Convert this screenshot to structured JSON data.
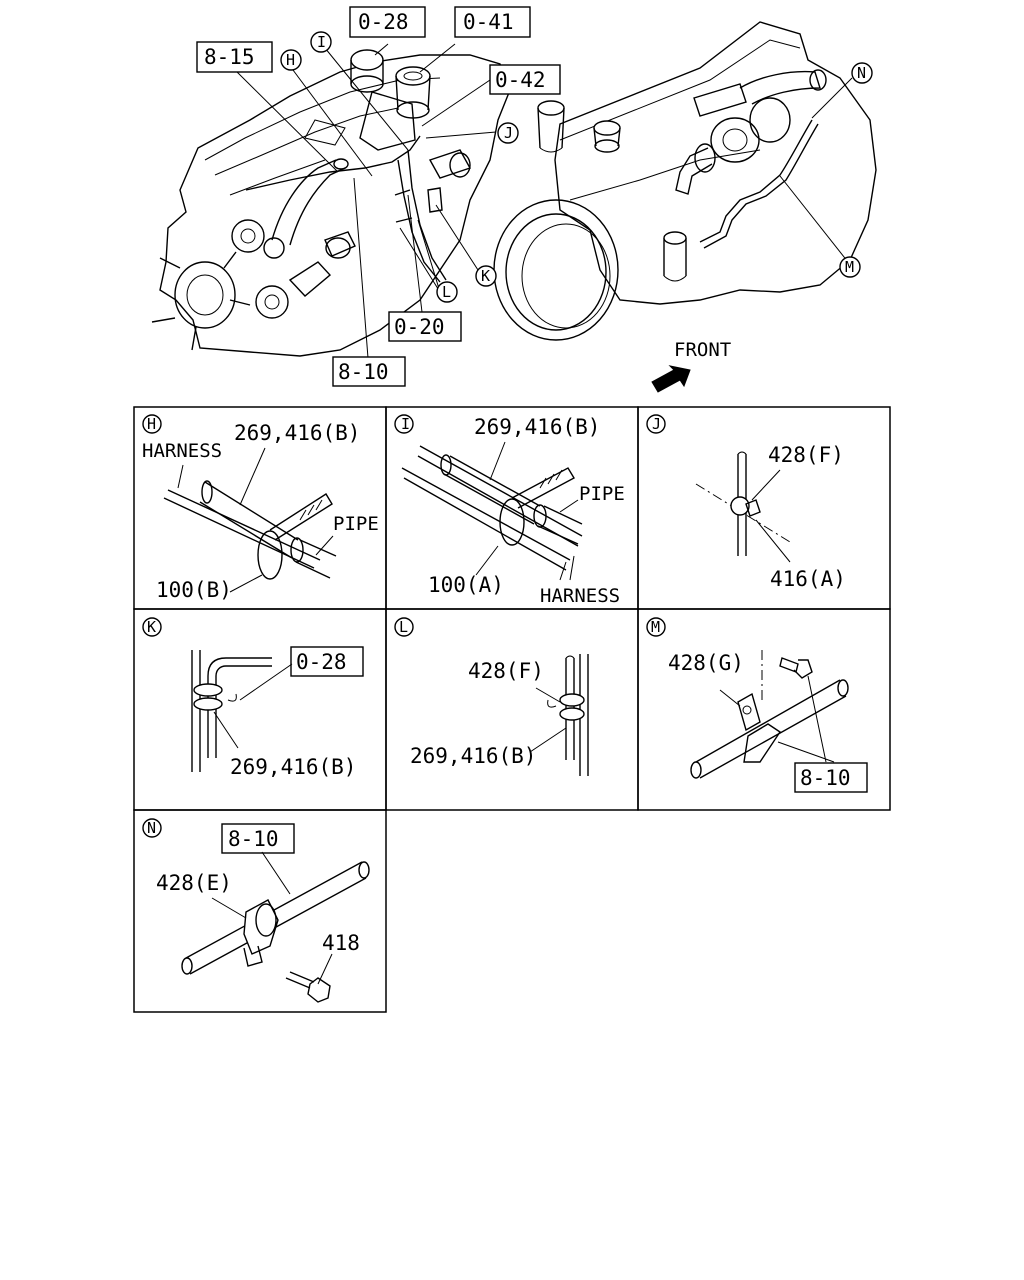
{
  "overview": {
    "ref_boxes": {
      "r028": "0-28",
      "r041": "0-41",
      "r042": "0-42",
      "r815": "8-15",
      "r020": "0-20",
      "r810": "8-10"
    },
    "callouts": {
      "H": "H",
      "I": "I",
      "J": "J",
      "K": "K",
      "L": "L",
      "M": "M",
      "N": "N"
    },
    "front_label": "FRONT"
  },
  "details": {
    "H": {
      "circle": "H",
      "part_top": "269,416(B)",
      "harness": "HARNESS",
      "pipe": "PIPE",
      "part_bottom": "100(B)"
    },
    "I": {
      "circle": "I",
      "part_top": "269,416(B)",
      "pipe": "PIPE",
      "part_bottom": "100(A)",
      "harness": "HARNESS"
    },
    "J": {
      "circle": "J",
      "part_top": "428(F)",
      "part_bottom": "416(A)"
    },
    "K": {
      "circle": "K",
      "ref_box": "0-28",
      "part": "269,416(B)"
    },
    "L": {
      "circle": "L",
      "part_top": "428(F)",
      "part_bottom": "269,416(B)"
    },
    "M": {
      "circle": "M",
      "part_top": "428(G)",
      "ref_box": "8-10"
    },
    "N": {
      "circle": "N",
      "ref_box": "8-10",
      "part_clip": "428(E)",
      "part_bolt": "418"
    }
  },
  "colors": {
    "line": "#000000",
    "background": "#ffffff"
  }
}
